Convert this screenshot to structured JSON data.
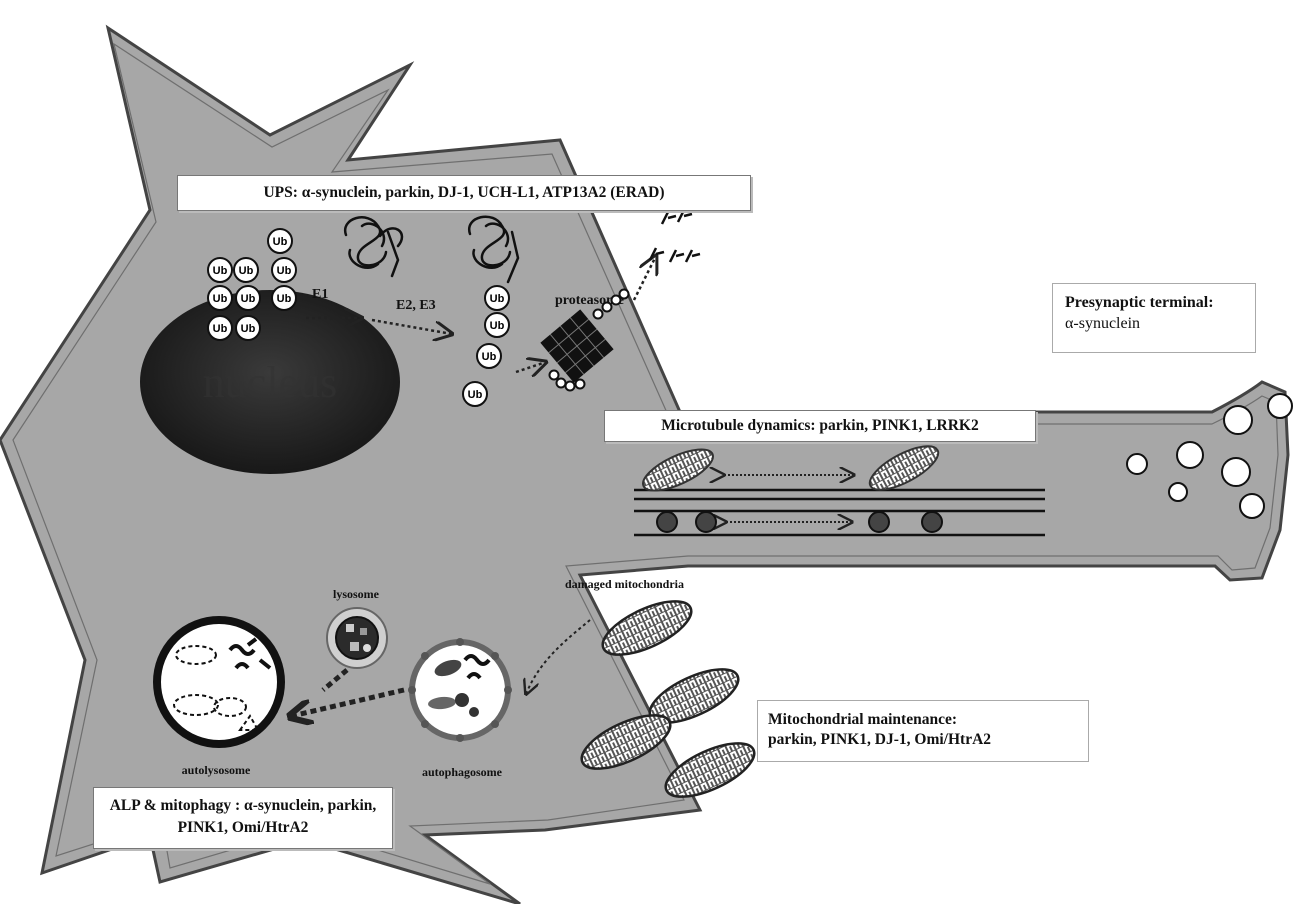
{
  "boxes": {
    "ups": "UPS: α-synuclein, parkin, DJ-1, UCH-L1, ATP13A2 (ERAD)",
    "microtubule": "Microtubule dynamics: parkin, PINK1, LRRK2",
    "presynaptic_line1": "Presynaptic terminal:",
    "presynaptic_line2": "α-synuclein",
    "mito_line1": "Mitochondrial maintenance:",
    "mito_line2": "parkin, PINK1, DJ-1, Omi/HtrA2",
    "alp_line1": "ALP & mitophagy : α-synuclein, parkin,",
    "alp_line2": "PINK1, Omi/HtrA2"
  },
  "labels": {
    "ub": "Ub",
    "e1": "E1",
    "e2e3": "E2, E3",
    "proteasome": "proteasome",
    "nucleus": "nucleus",
    "lysosome": "lysosome",
    "damaged_mitochondria": "damaged mitochondria",
    "autolysosome": "autolysosome",
    "autophagosome": "autophagosome"
  },
  "colors": {
    "cell_fill": "#a7a7a7",
    "cell_outline": "#444444",
    "nucleus": "#2a2a2a"
  }
}
